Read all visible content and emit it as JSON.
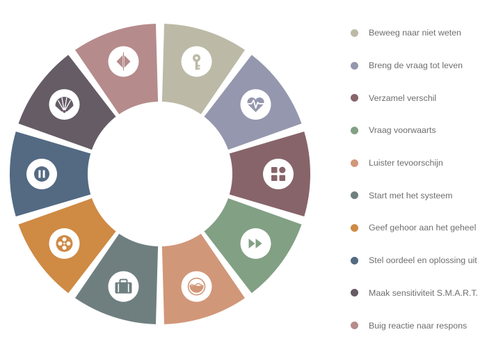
{
  "segments": [
    {
      "label": "Beweeg naar niet weten",
      "color": "#bcbaa7",
      "icon": "key-icon"
    },
    {
      "label": "Breng de vraag tot leven",
      "color": "#9497ad",
      "icon": "heartbeat-icon"
    },
    {
      "label": "Verzamel verschil",
      "color": "#87646a",
      "icon": "shapes-icon"
    },
    {
      "label": "Vraag voorwaarts",
      "color": "#82a084",
      "icon": "fast-forward-icon"
    },
    {
      "label": "Luister tevoorschijn",
      "color": "#d19779",
      "icon": "bowl-icon"
    },
    {
      "label": "Start met het systeem",
      "color": "#6f7f80",
      "icon": "briefcase-icon"
    },
    {
      "label": "Geef gehoor aan het geheel",
      "color": "#cf8a44",
      "icon": "film-reel-icon"
    },
    {
      "label": "Stel oordeel en oplossing uit",
      "color": "#536a82",
      "icon": "pause-icon"
    },
    {
      "label": "Maak sensitiviteit S.M.A.R.T.",
      "color": "#655c66",
      "icon": "fan-icon"
    },
    {
      "label": "Buig reactie naar respons",
      "color": "#b68b8b",
      "icon": "split-arrows-icon"
    }
  ]
}
